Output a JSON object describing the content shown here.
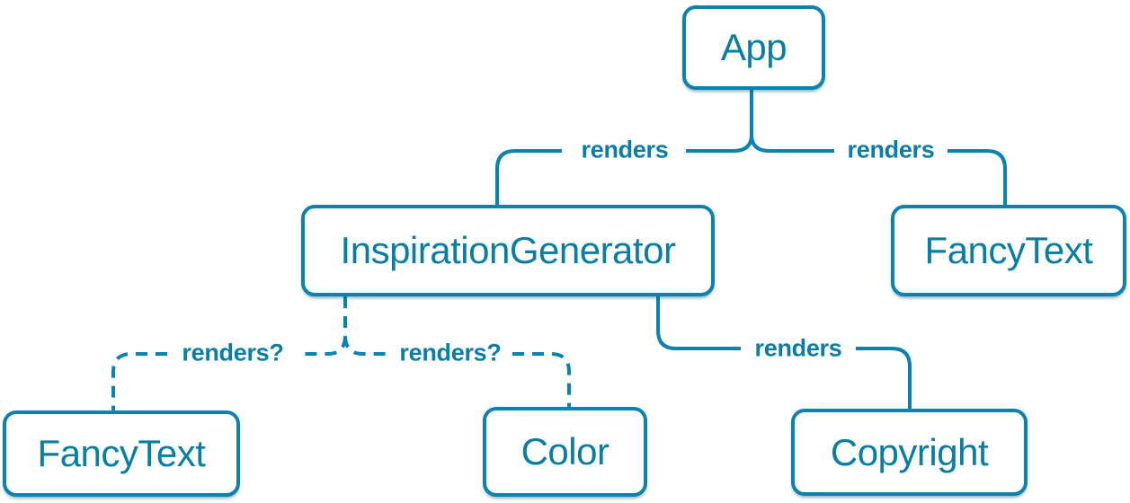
{
  "diagram": {
    "description": "React component render tree",
    "colors": {
      "stroke": "#0c82b0",
      "node_text": "#087ea4",
      "node_fill": "#ffffff",
      "edge_label_text": "#0a7ea8",
      "background": "#ffffff"
    },
    "nodes": {
      "app": {
        "label": "App"
      },
      "inspiration_generator": {
        "label": "InspirationGenerator"
      },
      "fancy_text_top": {
        "label": "FancyText"
      },
      "fancy_text_bottom": {
        "label": "FancyText"
      },
      "color": {
        "label": "Color"
      },
      "copyright": {
        "label": "Copyright"
      }
    },
    "edges": [
      {
        "from": "App",
        "to": "InspirationGenerator",
        "label": "renders",
        "style": "solid"
      },
      {
        "from": "App",
        "to": "FancyText",
        "label": "renders",
        "style": "solid"
      },
      {
        "from": "InspirationGenerator",
        "to": "FancyText",
        "label": "renders?",
        "style": "dashed"
      },
      {
        "from": "InspirationGenerator",
        "to": "Color",
        "label": "renders?",
        "style": "dashed"
      },
      {
        "from": "InspirationGenerator",
        "to": "Copyright",
        "label": "renders",
        "style": "solid"
      }
    ]
  }
}
